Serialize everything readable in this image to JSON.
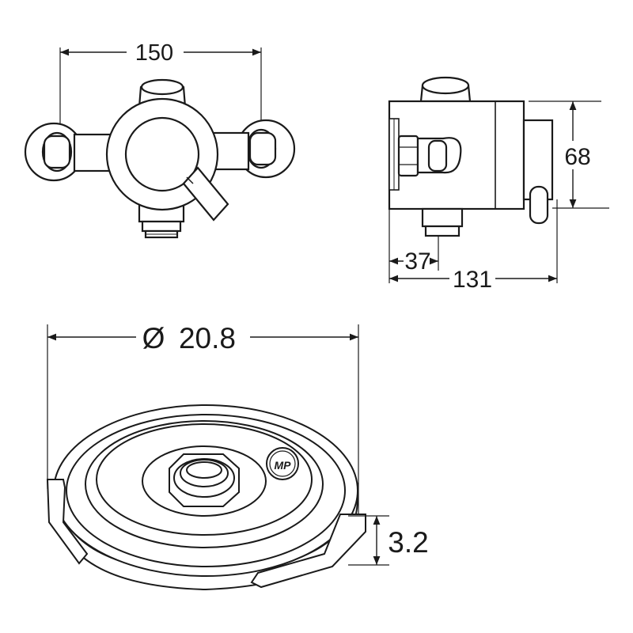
{
  "drawing": {
    "front_view": {
      "width_dimension": "150"
    },
    "side_view": {
      "height_dimension": "68",
      "inlet_offset_dimension": "37",
      "depth_dimension": "131"
    },
    "plate_view": {
      "diameter_symbol": "Ø",
      "diameter_value": "20.8",
      "thickness_dimension": "3.2",
      "logo_text": "MP"
    }
  }
}
